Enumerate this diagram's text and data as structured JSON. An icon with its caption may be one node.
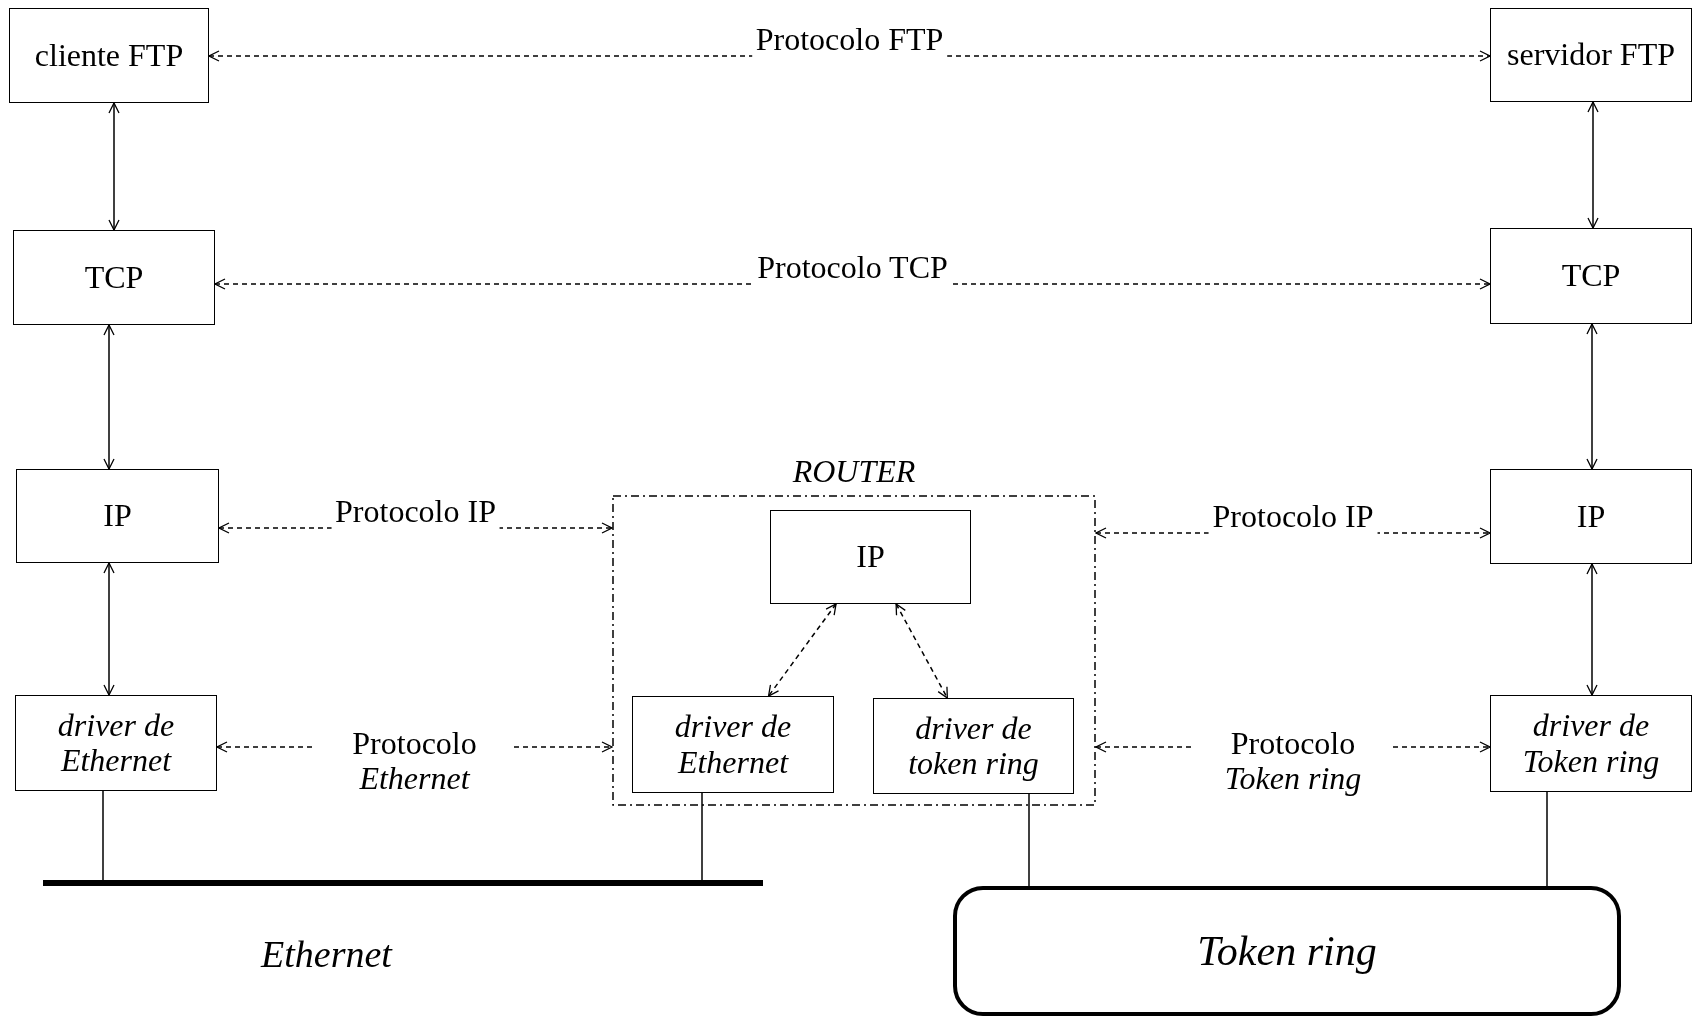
{
  "diagram": {
    "nodes": [
      {
        "text": [
          "cliente FTP"
        ]
      },
      {
        "text": [
          "servidor FTP"
        ]
      },
      {
        "text": [
          "TCP"
        ]
      },
      {
        "text": [
          "TCP"
        ]
      },
      {
        "text": [
          "IP"
        ]
      },
      {
        "text": [
          "ROUTER"
        ]
      },
      {
        "text": [
          "IP"
        ],
        "in": 5
      },
      {
        "text": [
          "driver de Ethernet"
        ],
        "in": 5
      },
      {
        "text": [
          "driver de token ring"
        ],
        "in": 5
      },
      {
        "text": [
          "IP"
        ]
      },
      {
        "text": [
          "driver de Ethernet"
        ]
      },
      {
        "text": [
          "driver de Token ring"
        ]
      },
      {
        "text": [],
        "shape": "bar",
        "beside": [
          "Ethernet"
        ]
      },
      {
        "text": [
          "Token ring"
        ]
      }
    ],
    "edges": [
      {
        "from": 0,
        "to": 1,
        "arrow": "both",
        "style": "dashed",
        "label": "Protocolo FTP"
      },
      {
        "from": 0,
        "to": 2,
        "arrow": "both"
      },
      {
        "from": 1,
        "to": 3,
        "arrow": "both"
      },
      {
        "from": 2,
        "to": 3,
        "arrow": "both",
        "style": "dashed",
        "label": "Protocolo TCP"
      },
      {
        "from": 2,
        "to": 4,
        "arrow": "both"
      },
      {
        "from": 3,
        "to": 9,
        "arrow": "both"
      },
      {
        "from": 4,
        "to": 5,
        "arrow": "both",
        "style": "dashed",
        "label": "Protocolo IP"
      },
      {
        "from": 6,
        "to": 7,
        "arrow": "both",
        "style": "dashed"
      },
      {
        "from": 6,
        "to": 8,
        "arrow": "both",
        "style": "dashed"
      },
      {
        "from": 4,
        "to": 10,
        "arrow": "both"
      },
      {
        "from": 9,
        "to": 11,
        "arrow": "both"
      },
      {
        "from": 10,
        "to": 5,
        "arrow": "both",
        "style": "dashed",
        "label": "Protocolo *Ethernet*"
      },
      {
        "from": 5,
        "to": 11,
        "arrow": "both",
        "style": "dashed",
        "label": "Protocolo *Token ring*"
      },
      {
        "from": 5,
        "to": 9,
        "arrow": "both",
        "style": "dashed",
        "label": "Protocolo IP"
      },
      {
        "from": 10,
        "to": 12,
        "arrow": "none"
      },
      {
        "from": 7,
        "to": 12,
        "arrow": "none"
      },
      {
        "from": 8,
        "to": 13,
        "arrow": "none"
      },
      {
        "from": 11,
        "to": 13,
        "arrow": "none"
      }
    ]
  }
}
